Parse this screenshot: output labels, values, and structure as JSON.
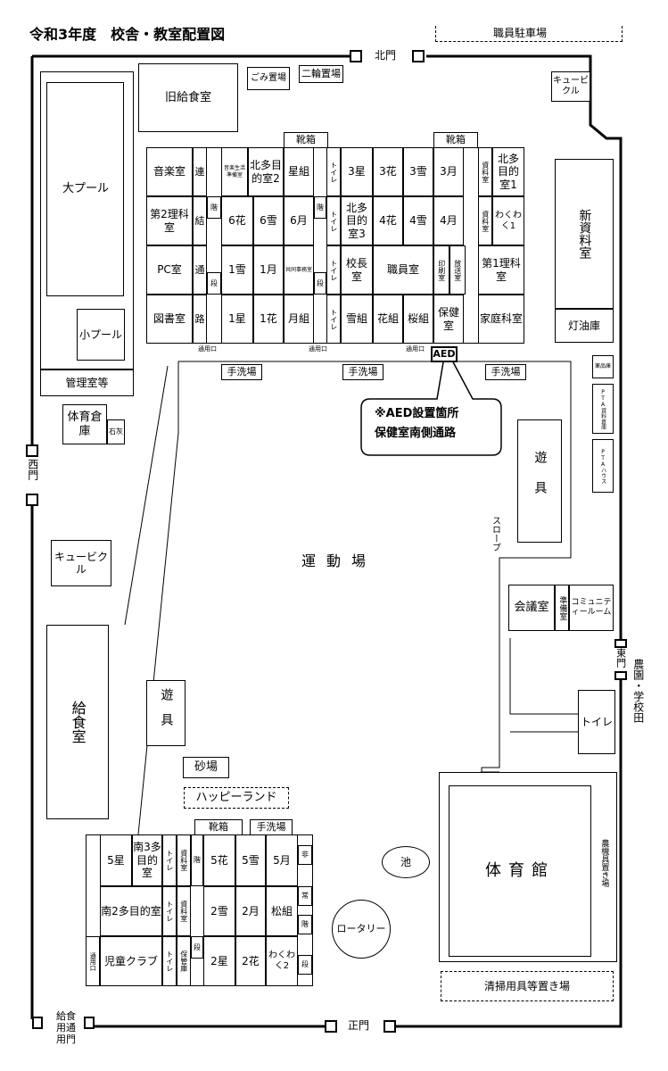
{
  "title": "令和3年度　校舎・教室配置図",
  "gates": {
    "north": "北門",
    "west": "西門",
    "east": "東門",
    "main": "正門",
    "kitchen": "給食用通用門"
  },
  "outside": {
    "staff_parking": "職員駐車場",
    "farm": "農園・学校田"
  },
  "areas": {
    "big_pool": "大プール",
    "small_pool": "小プール",
    "management": "管理室等",
    "gym_storage": "体育倉庫",
    "lime": "石灰",
    "old_kitchen": "旧給食室",
    "trash": "ごみ置場",
    "bike": "二輪置場",
    "cubicle_ne": "キュービクル",
    "new_materials": "新資料室",
    "oil": "灯油庫",
    "playground": "運動場",
    "play_equipment_e": "遊具",
    "slope": "スロープ",
    "play_equipment_w": "遊具",
    "cubicle_w": "キュービクル",
    "kitchen": "給食室",
    "sandbox": "砂場",
    "happy_land": "ハッピーランド",
    "pond": "池",
    "rotary": "ロータリー",
    "gym": "体育館",
    "cleaning": "清掃用具等置き場",
    "farm_tools": "農機具置き場",
    "conference": "会議室",
    "prep": "準備室",
    "community": "コミュニティールーム",
    "toilet_e": "トイレ",
    "pta_storage": "PTA資料倉庫",
    "pta_house": "PTAハウス",
    "drug_storage": "薬品庫"
  },
  "aed": {
    "label": "AED",
    "note_line1": "※AED設置箇所",
    "note_line2": "保健室南側通路"
  },
  "main_building": {
    "shoe1": "靴箱",
    "shoe2": "靴箱",
    "r1": [
      "音楽室",
      "音楽生活準備室",
      "北多目的室2",
      "星組",
      "トイレ",
      "3星",
      "3花",
      "3雪",
      "3月",
      "資料室",
      "北多目的室1"
    ],
    "r2": [
      "第2理科室",
      "階",
      "6花",
      "6雪",
      "6月",
      "階",
      "トイレ",
      "北多目的室3",
      "4花",
      "4雪",
      "4月",
      "資料室",
      "わくわく1"
    ],
    "r3": [
      "PC室",
      "段",
      "1雪",
      "1月",
      "共同事務室",
      "段",
      "トイレ",
      "校長室",
      "職員室",
      "印刷室",
      "放送室",
      "第1理科室"
    ],
    "r4": [
      "図書室",
      "1星",
      "1花",
      "月組",
      "トイレ",
      "雪組",
      "花組",
      "桜組",
      "保健室",
      "家庭科室"
    ],
    "corridor": [
      "連",
      "結",
      "通",
      "路"
    ],
    "entrance": [
      "通用口",
      "通用口",
      "通用口"
    ],
    "washroom": [
      "手洗場",
      "手洗場",
      "手洗場"
    ]
  },
  "south_building": {
    "shoe": "靴箱",
    "wash": "手洗場",
    "r1": [
      "5星",
      "南3多目的室",
      "トイレ",
      "資料室",
      "階",
      "5花",
      "5雪",
      "5月",
      "非"
    ],
    "r2": [
      "南2多目的室",
      "トイレ",
      "資料室",
      "2雪",
      "2月",
      "松組",
      "常"
    ],
    "r3": [
      "通用口",
      "児童クラブ",
      "トイレ",
      "保管庫",
      "段",
      "2星",
      "2花",
      "わくわく2",
      "段",
      "階"
    ]
  }
}
